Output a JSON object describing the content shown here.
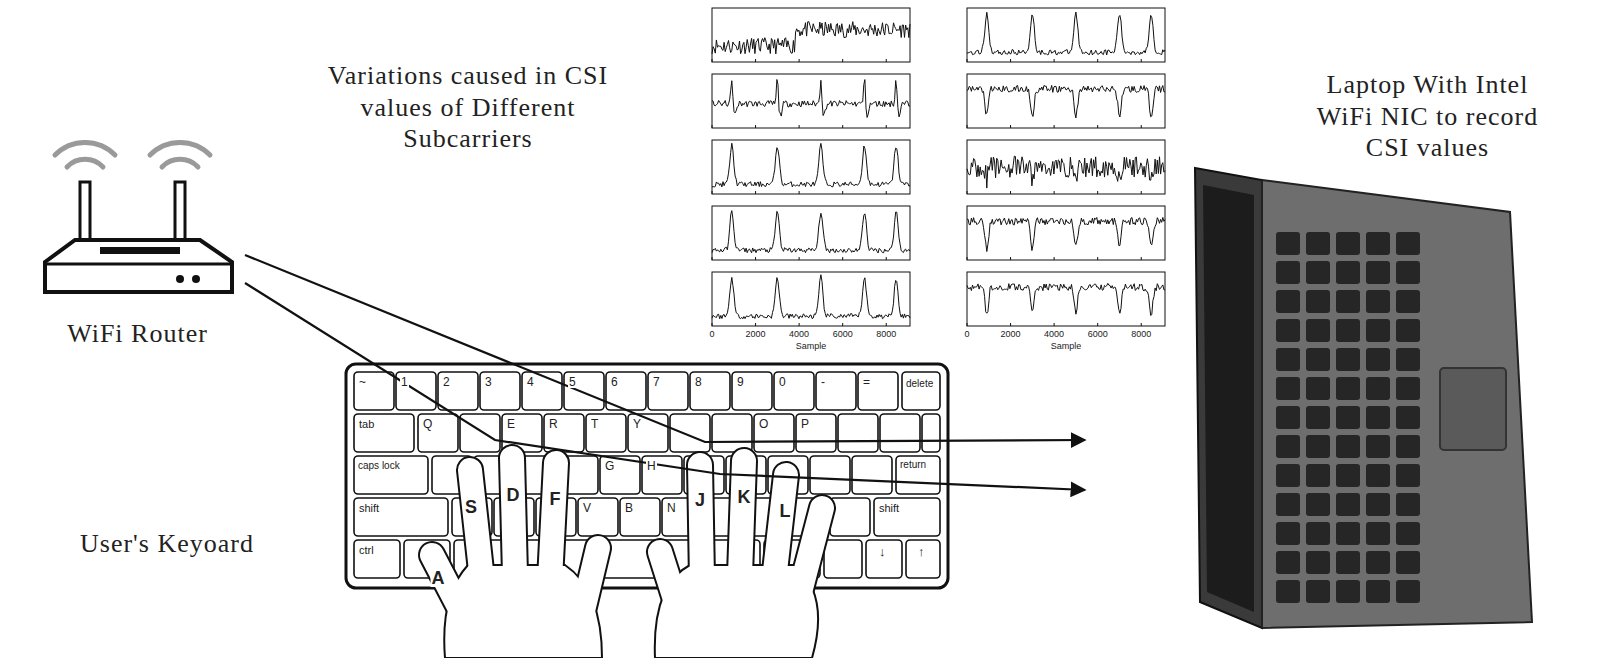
{
  "diagram": {
    "nodes": [
      {
        "text": [
          "WiFi Router"
        ]
      },
      {
        "text": [
          "Variations caused in CSI values of Different Subcarriers"
        ]
      },
      {
        "text": [
          "User's Keyoard"
        ]
      },
      {
        "text": [
          "Laptop With Intel WiFi NIC to record CSI values"
        ]
      }
    ],
    "edges": [
      {
        "from": 0,
        "to": 3,
        "arrow": "to"
      },
      {
        "from": 0,
        "to": 3,
        "arrow": "to"
      }
    ],
    "labels": [
      "~",
      "1",
      "2",
      "3",
      "4",
      "5",
      "6",
      "7",
      "8",
      "9",
      "0",
      "-",
      "=",
      "delete",
      "tab",
      "Q",
      "E",
      "R",
      "T",
      "Y",
      "O",
      "P",
      "caps lock",
      "G",
      "H",
      "return",
      "shift",
      "V",
      "B",
      "N",
      "shift",
      "ctrl",
      "↓",
      "↑",
      "A",
      "S",
      "D",
      "F",
      "J",
      "K",
      "L",
      "0",
      "2000",
      "4000",
      "6000",
      "8000",
      "Sample",
      "0",
      "2000",
      "4000",
      "6000",
      "8000",
      "Sample"
    ]
  }
}
